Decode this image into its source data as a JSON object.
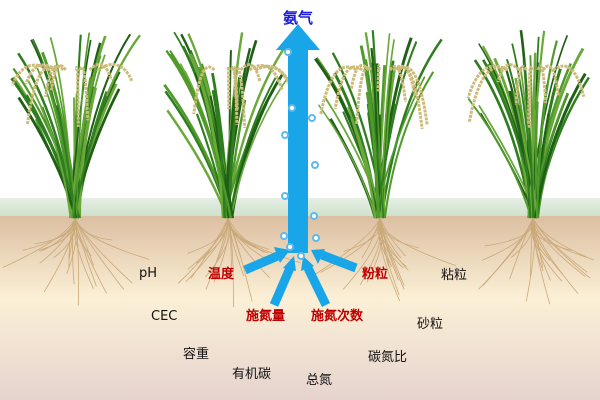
{
  "title": "氨气",
  "factors_red": {
    "temperature": "温度",
    "n_rate": "施氮量",
    "n_times": "施氮次数",
    "silt": "粉粒"
  },
  "factors_black": {
    "ph": "pH",
    "cec": "CEC",
    "bulk_density": "容重",
    "organic_carbon": "有机碳",
    "total_n": "总氮",
    "cn_ratio": "碳氮比",
    "sand": "砂粒",
    "clay": "粘粒"
  },
  "colors": {
    "arrow": "#19a6e8",
    "red_text": "#c00000",
    "title": "#1a1adc"
  }
}
